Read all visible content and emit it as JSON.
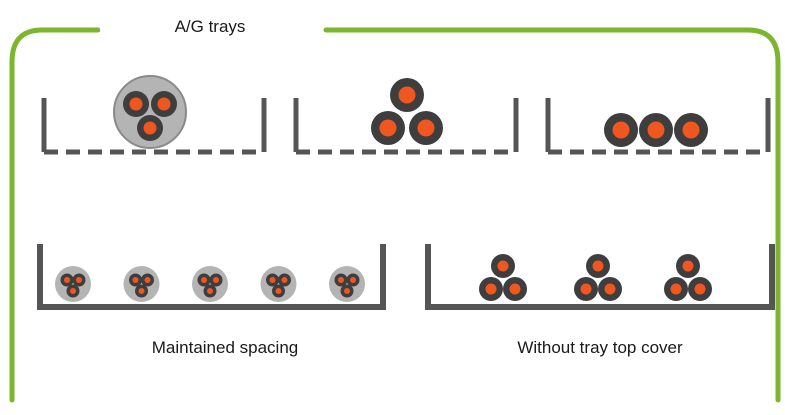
{
  "diagram": {
    "title": "A/G trays",
    "panels": [
      {
        "id": "trefoil-touching",
        "arrangement": "trefoil, bundled in sheath"
      },
      {
        "id": "trefoil-open",
        "arrangement": "trefoil, touching"
      },
      {
        "id": "flat",
        "arrangement": "flat formation, touching"
      },
      {
        "id": "maintained-spacing",
        "label": "Maintained spacing",
        "groups": 5
      },
      {
        "id": "without-cover",
        "label": "Without tray top cover",
        "groups": 3
      }
    ],
    "colors": {
      "frame": "#7cb52e",
      "tray": "#555555",
      "cable_sheath": "#3e3e3e",
      "conductor": "#f0561f",
      "bundle": "#b4b4b4"
    }
  }
}
